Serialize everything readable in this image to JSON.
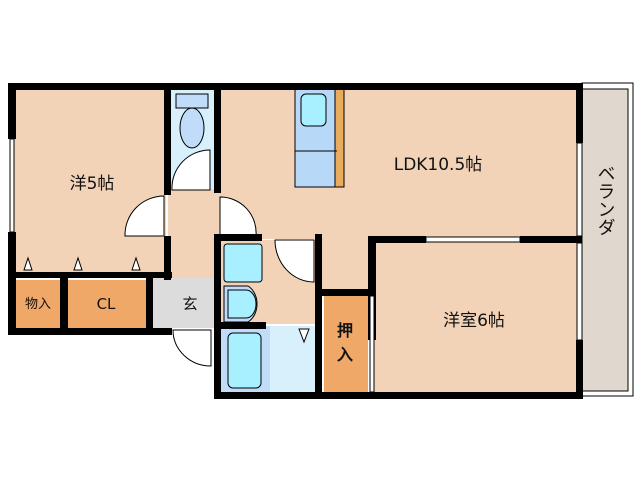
{
  "rooms": {
    "western_5": "洋5帖",
    "ldk": "LDK10.5帖",
    "western_6": "洋室6帖",
    "storage_small": "物入",
    "closet": "CL",
    "entrance": "玄",
    "oshiire_1": "押",
    "oshiire_2": "入",
    "veranda": "ベランダ"
  },
  "colors": {
    "room": "#f2d3b7",
    "storage": "#f0a868",
    "wet": "#d8f0fc",
    "fixture": "#a8f0ff",
    "counter": "#b8d8f8",
    "entrance": "#dcdcdc",
    "veranda": "#e0d8cf",
    "wall": "#000000"
  }
}
